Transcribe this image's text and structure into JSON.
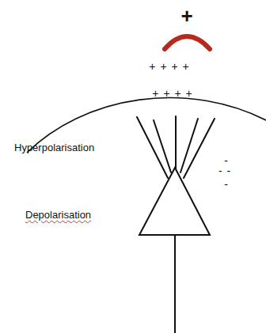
{
  "diagram": {
    "labels": [
      "+",
      "+ + + +",
      "+ + + +",
      "Hyperpolarisation",
      "Depolarisation",
      "-",
      "- -",
      "-"
    ]
  }
}
